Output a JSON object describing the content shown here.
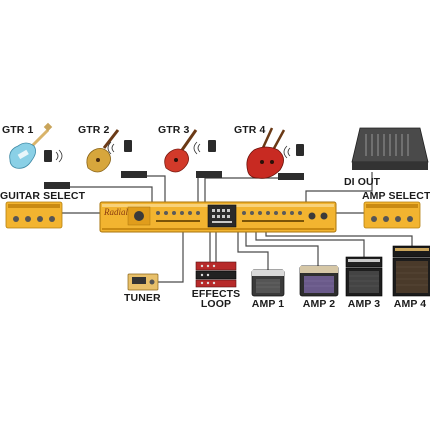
{
  "labels": {
    "gtr1": "GTR 1",
    "gtr2": "GTR 2",
    "gtr3": "GTR 3",
    "gtr4": "GTR 4",
    "di_out": "DI OUT",
    "guitar_select": "GUITAR SELECT",
    "amp_select": "AMP SELECT",
    "tuner": "TUNER",
    "effects": "EFFECTS",
    "loop": "LOOP",
    "amp1": "AMP 1",
    "amp2": "AMP 2",
    "amp3": "AMP 3",
    "amp4": "AMP 4"
  },
  "brand": "Radial",
  "colors": {
    "switcher_yellow": "#f2b430",
    "switcher_dark": "#c98a12",
    "cable": "#555555",
    "label_text": "#1b1b1b"
  }
}
